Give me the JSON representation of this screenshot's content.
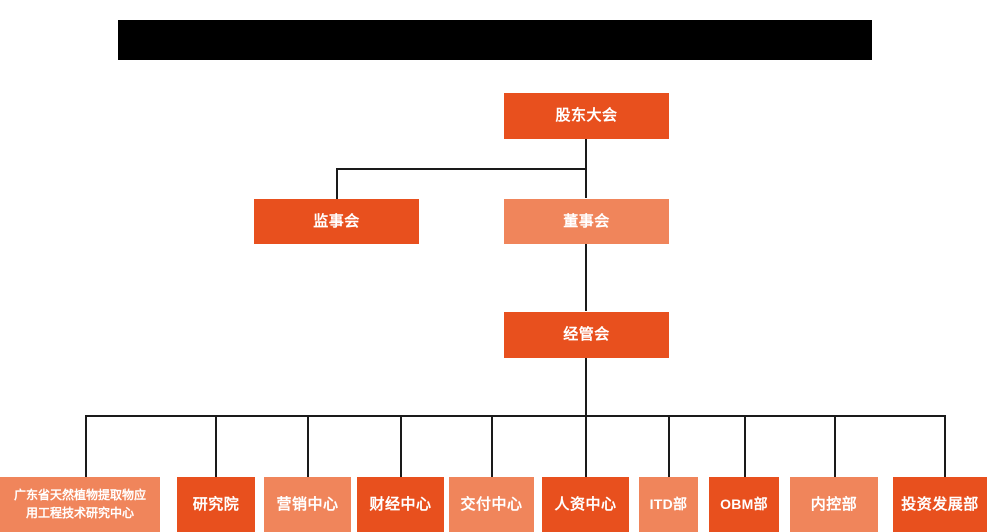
{
  "diagram": {
    "title_banner": {
      "name": "redacted-title-banner",
      "text": ""
    },
    "type": "org-chart",
    "colors": {
      "solid_orange": "#E8501E",
      "light_orange": "#F0855B",
      "connector": "#1a1a1a",
      "background": "#FFFFFF",
      "banner": "#000000",
      "node_text": "#FFFFFF"
    },
    "levels": [
      {
        "level": 1,
        "nodes": [
          {
            "id": "shareholders",
            "label": "股东大会",
            "style": "solid"
          }
        ]
      },
      {
        "level": 2,
        "nodes": [
          {
            "id": "supervisors",
            "label": "监事会",
            "style": "solid"
          },
          {
            "id": "directors",
            "label": "董事会",
            "style": "light"
          }
        ]
      },
      {
        "level": 3,
        "nodes": [
          {
            "id": "management",
            "label": "经管会",
            "style": "solid"
          }
        ]
      },
      {
        "level": 4,
        "nodes": [
          {
            "id": "research-center",
            "label": "广东省天然植物提取物应用工程技术研究中心",
            "label_line1": "广东省天然植物提取物应",
            "label_line2": "用工程技术研究中心",
            "style": "light"
          },
          {
            "id": "institute",
            "label": "研究院",
            "style": "solid"
          },
          {
            "id": "marketing-center",
            "label": "营销中心",
            "style": "light"
          },
          {
            "id": "finance-center",
            "label": "财经中心",
            "style": "solid"
          },
          {
            "id": "delivery-center",
            "label": "交付中心",
            "style": "light"
          },
          {
            "id": "hr-center",
            "label": "人资中心",
            "style": "solid"
          },
          {
            "id": "itd-department",
            "label": "ITD部",
            "style": "light"
          },
          {
            "id": "obm-department",
            "label": "OBM部",
            "style": "solid"
          },
          {
            "id": "internal-control-department",
            "label": "内控部",
            "style": "light"
          },
          {
            "id": "investment-development-department",
            "label": "投资发展部",
            "style": "solid"
          }
        ]
      }
    ],
    "connections": [
      {
        "from": "shareholders",
        "to": "supervisors"
      },
      {
        "from": "shareholders",
        "to": "directors"
      },
      {
        "from": "directors",
        "to": "management"
      },
      {
        "from": "management",
        "to": "research-center"
      },
      {
        "from": "management",
        "to": "institute"
      },
      {
        "from": "management",
        "to": "marketing-center"
      },
      {
        "from": "management",
        "to": "finance-center"
      },
      {
        "from": "management",
        "to": "delivery-center"
      },
      {
        "from": "management",
        "to": "hr-center"
      },
      {
        "from": "management",
        "to": "itd-department"
      },
      {
        "from": "management",
        "to": "obm-department"
      },
      {
        "from": "management",
        "to": "internal-control-department"
      },
      {
        "from": "management",
        "to": "investment-development-department"
      }
    ]
  }
}
